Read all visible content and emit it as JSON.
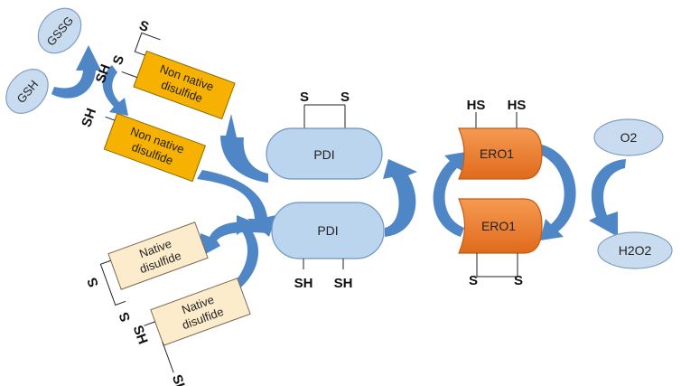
{
  "colors": {
    "ellipse_fill": "#c9dbef",
    "ellipse_stroke": "#7f9fc4",
    "pdi_fill": "#bcd5ee",
    "pdi_stroke": "#6f95c2",
    "ero_fill": "#ef7c2e",
    "ero_stroke": "#c55a11",
    "nonnative_fill": "#f7b100",
    "native_fill": "#fdeccc",
    "arrow": "#4f86c6",
    "bracket": "#222222"
  },
  "molecules": {
    "gssg": "GSSG",
    "gsh": "GSH",
    "o2": "O2",
    "h2o2": "H2O2"
  },
  "pdi": {
    "oxidized": {
      "label": "PDI",
      "thiol_left": "S",
      "thiol_right": "S"
    },
    "reduced": {
      "label": "PDI",
      "thiol_left": "SH",
      "thiol_right": "SH"
    }
  },
  "ero1": {
    "reduced": {
      "label": "ERO1",
      "thiol_left": "HS",
      "thiol_right": "HS"
    },
    "oxidized": {
      "label": "ERO1",
      "thiol_left": "S",
      "thiol_right": "S"
    }
  },
  "substrates": {
    "nonnative_top": {
      "line1": "Non native",
      "line2": "disulfide",
      "thiol_a": "S",
      "thiol_b": "S",
      "thiol_c": "SH"
    },
    "nonnative_bottom": {
      "line1": "Non native",
      "line2": "disulfide",
      "thiol_a": "SH"
    },
    "native_top": {
      "line1": "Native",
      "line2": "disulfide",
      "thiol_a": "S",
      "thiol_b": "S"
    },
    "native_bottom": {
      "line1": "Native",
      "line2": "disulfide",
      "thiol_a": "SH",
      "thiol_b": "SH"
    }
  }
}
